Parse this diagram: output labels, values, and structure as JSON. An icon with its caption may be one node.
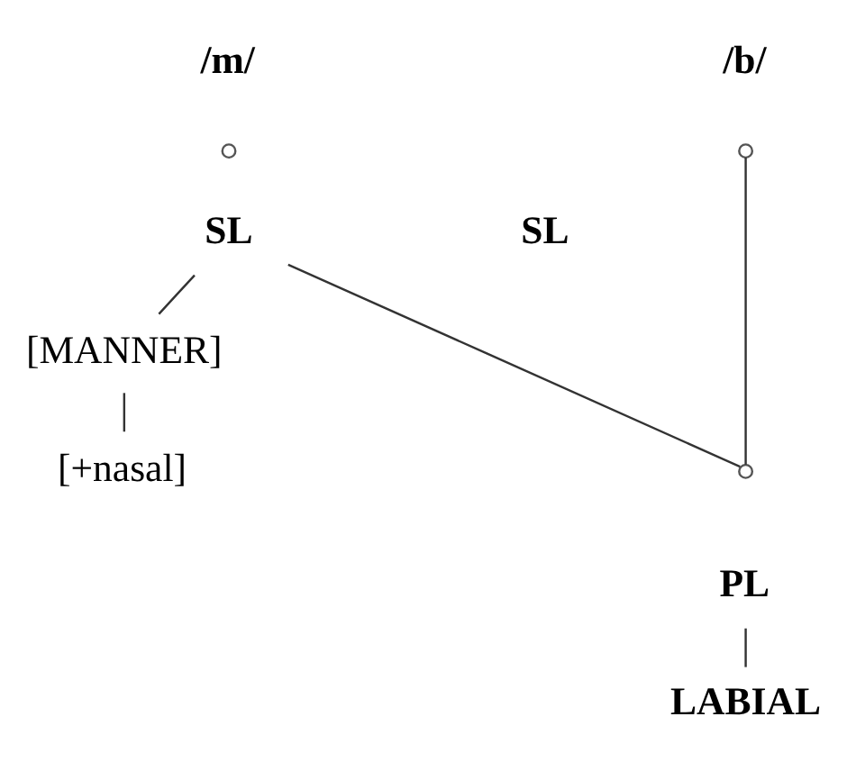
{
  "diagram": {
    "nodes": [
      {
        "text": [
          "/m/"
        ]
      },
      {
        "text": [],
        "shape": "circle"
      },
      {
        "text": [
          "SL"
        ]
      },
      {
        "text": [
          "/b/"
        ]
      },
      {
        "text": [],
        "shape": "circle"
      },
      {
        "text": [
          "SL"
        ]
      },
      {
        "text": [
          "[MANNER]"
        ]
      },
      {
        "text": [
          "[+nasal]"
        ]
      },
      {
        "text": [],
        "shape": "circle"
      },
      {
        "text": [
          "PL"
        ]
      },
      {
        "text": [
          "LABIAL"
        ]
      }
    ],
    "edges": [
      {
        "from": 2,
        "to": 6,
        "arrow": "none"
      },
      {
        "from": 2,
        "to": 8,
        "arrow": "none"
      },
      {
        "from": 4,
        "to": 8,
        "arrow": "none"
      },
      {
        "from": 6,
        "to": 7,
        "arrow": "none"
      },
      {
        "from": 9,
        "to": 10,
        "arrow": "none"
      }
    ]
  }
}
